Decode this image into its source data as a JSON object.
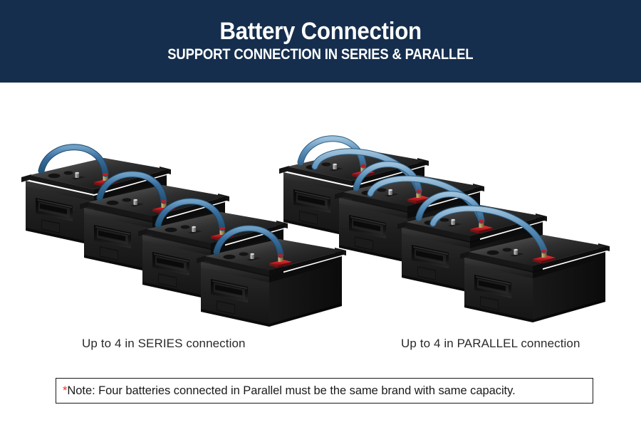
{
  "header": {
    "title": "Battery Connection",
    "subtitle": "SUPPORT CONNECTION IN SERIES & PARALLEL",
    "background_color": "#152e4d",
    "text_color": "#ffffff"
  },
  "diagram": {
    "series_group": {
      "caption": "Up to 4 in SERIES connection",
      "battery_count": 4,
      "cables_between_pairs": 1,
      "connection_type": "series",
      "description": "Four batteries arranged in a descending staircase, each positive terminal linked by one blue cable to the next battery's negative terminal."
    },
    "parallel_group": {
      "caption": "Up to 4 in PARALLEL connection",
      "battery_count": 4,
      "cables_between_pairs": 2,
      "connection_type": "parallel",
      "description": "Four batteries arranged in a descending staircase, each pair linked by two blue cables (positive-to-positive and negative-to-negative)."
    },
    "colors": {
      "battery_body": "#202020",
      "battery_body_dark": "#0e0e0e",
      "battery_top": "#343434",
      "cable_blue": "#2f6496",
      "cable_blue_light": "#5f93bd",
      "terminal_red": "#cc1f24",
      "terminal_metal": "#b9a16a",
      "terminal_silver": "#8f9094",
      "background": "#ffffff"
    }
  },
  "note": {
    "marker": "*",
    "marker_color": "#e8312a",
    "text": "Note: Four batteries connected in Parallel must be the same brand with same capacity.",
    "border_color": "#1a1a1a"
  }
}
